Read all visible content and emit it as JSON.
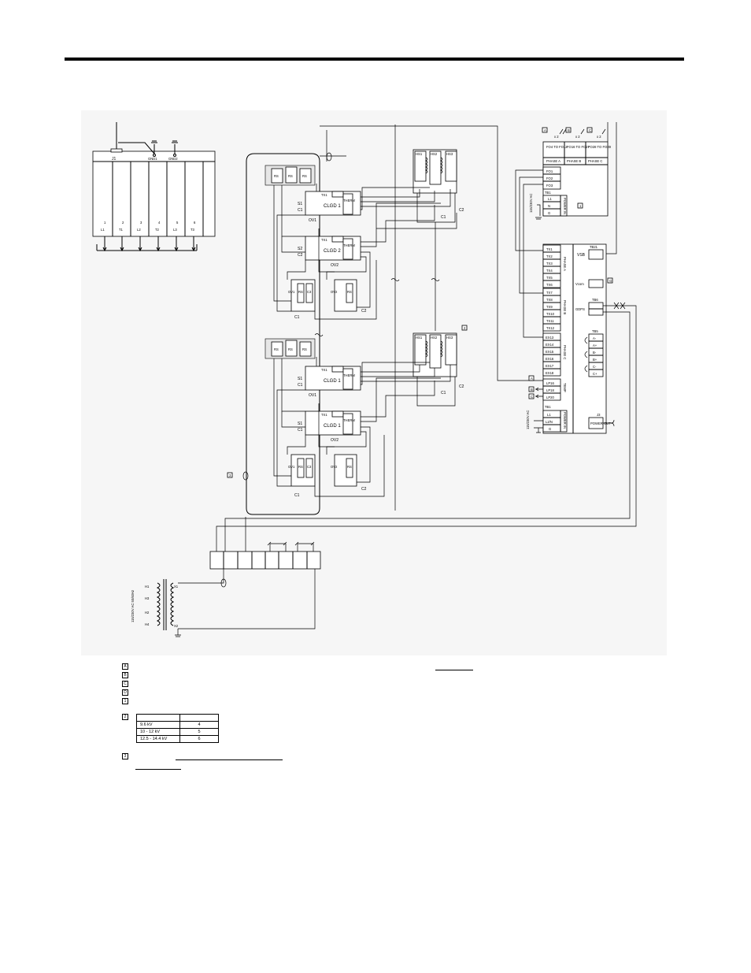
{
  "power_section": {
    "connector": "J1",
    "grounds": [
      "GND1",
      "GND2"
    ],
    "terminals": [
      {
        "num": "1",
        "label": "L1"
      },
      {
        "num": "2",
        "label": "T1"
      },
      {
        "num": "3",
        "label": "L2"
      },
      {
        "num": "4",
        "label": "T2"
      },
      {
        "num": "5",
        "label": "L3"
      },
      {
        "num": "6",
        "label": "T3"
      }
    ]
  },
  "phase_cells": [
    {
      "rs": [
        "RS",
        "RS",
        "RS"
      ],
      "hs": [
        "HS1",
        "HS2",
        "HS3"
      ],
      "board_a": {
        "name": "CLGD 1",
        "s": "S1",
        "ov": "OV1",
        "tx": "TX1",
        "therm": "THERM"
      },
      "board_b": {
        "name": "CLGD 2",
        "s": "S2",
        "ov": "OV2",
        "tx": "TX1",
        "therm": "THERM"
      },
      "ov_parts": [
        "OV1",
        "OV2"
      ],
      "c_labels": [
        "C1",
        "C2"
      ],
      "rs_parts": [
        "RS",
        "C3",
        "RS"
      ]
    },
    {
      "rs": [
        "RS",
        "RS",
        "RS"
      ],
      "hs": [
        "HS1",
        "HS2",
        "HS3"
      ],
      "board_a": {
        "name": "CLGD 1",
        "s": "S1",
        "ov": "OV1",
        "tx": "TX1",
        "therm": "THERM"
      },
      "board_b": {
        "name": "CLGD 1",
        "s": "S1",
        "ov": "OV2",
        "tx": "TX1",
        "therm": "THERM"
      },
      "ov_parts": [
        "OV1",
        "OV2"
      ],
      "c_labels": [
        "C1",
        "C2"
      ],
      "rs_parts": [
        "RS",
        "C3",
        "RS"
      ]
    }
  ],
  "fo_board": {
    "note_marks": [
      "A",
      "B",
      "C"
    ],
    "mult": "x 2",
    "headers": [
      {
        "range": "FO4 TO FO12",
        "phase": "PHASE A"
      },
      {
        "range": "FO16 TO FO27",
        "phase": "PHASE B"
      },
      {
        "range": "FO28 TO FO39",
        "phase": "PHASE C"
      }
    ],
    "fo_terms": [
      "FO1",
      "FO2",
      "FO3"
    ],
    "tb": "TB1",
    "power_in": "POWER IN",
    "power_rows": [
      "L1",
      "N",
      "G"
    ],
    "supply_label": "115/230V AC",
    "note_ref": "1"
  },
  "interface_board": {
    "phase_a": [
      "TX1",
      "TX2",
      "TX3",
      "TX4",
      "TX5",
      "TX6"
    ],
    "phase_b": [
      "TX7",
      "TX8",
      "TX9",
      "TX10",
      "TX11",
      "TX12"
    ],
    "phase_c": [
      "EX13",
      "EX14",
      "EX15",
      "EX16",
      "EX17",
      "EX18"
    ],
    "phase_labels": [
      "PHASE A",
      "PHASE B",
      "PHASE C"
    ],
    "temp_rows": [
      "LP16",
      "LP18",
      "LP20"
    ],
    "temp_label": "TEMP",
    "temp_marks": [
      "A",
      "B",
      "C"
    ],
    "tb21": "TB21",
    "vsb": "VSB",
    "vcom": "Vcom",
    "tb6": "TB6",
    "gdps": "GDPS",
    "tb5": "TB5",
    "tb5_rows": [
      "A-",
      "A+",
      "B-",
      "B+",
      "C-",
      "C+"
    ],
    "tb1": "TB1",
    "power_rows": [
      "L1",
      "L2/N",
      "G"
    ],
    "power_in": "POWER IN",
    "supply_label": "115/230V AC",
    "j3": "J3",
    "j3_label": "POWER OUT",
    "g_mark": "G"
  },
  "transformer": {
    "primary": [
      "H1",
      "H3",
      "H2",
      "H4"
    ],
    "secondary": [
      "X1",
      "X2"
    ],
    "rating": "115/230V AC 50/60Hz"
  },
  "notes": {
    "markers": [
      "A",
      "B",
      "C",
      "D",
      "1",
      "2",
      "3"
    ]
  },
  "kv_table": {
    "rows": [
      {
        "kv": "9.6 kV",
        "qty": "4"
      },
      {
        "kv": "10 - 12 kV",
        "qty": "5"
      },
      {
        "kv": "12.5 - 14.4 kV",
        "qty": "6"
      }
    ]
  }
}
